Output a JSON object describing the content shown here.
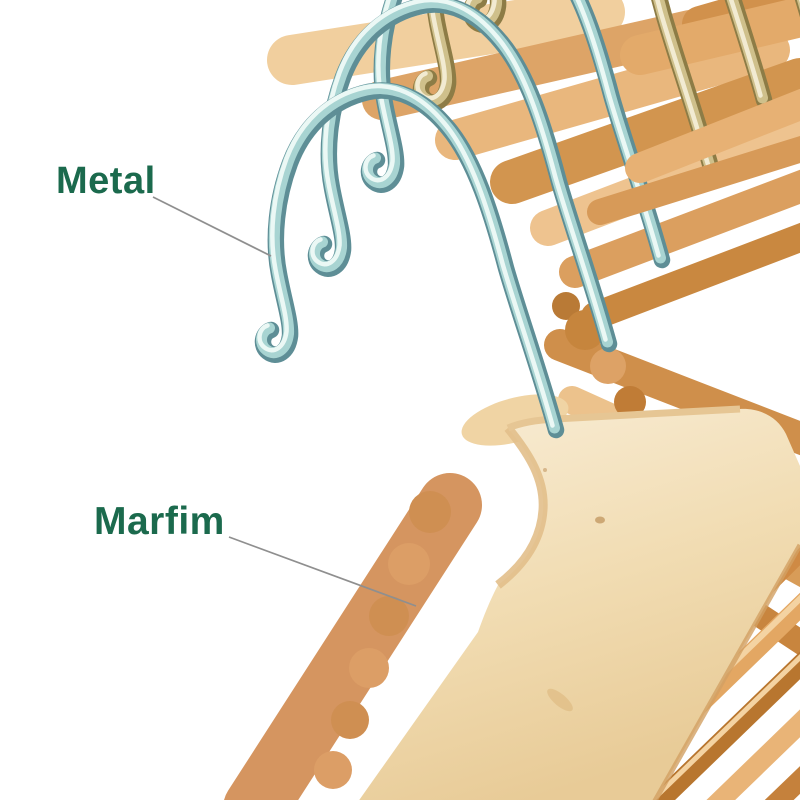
{
  "scene": {
    "description": "Close-up product photo of a stack of natural wooden clothes hangers with swan-neck metal hooks on a white background",
    "background": "#ffffff"
  },
  "annotations": {
    "metal": {
      "label": "Metal",
      "target": "metal-hook"
    },
    "marfim": {
      "label": "Marfim",
      "target": "wooden-hanger-body"
    }
  },
  "colors": {
    "label_text": "#1b6a4d",
    "leader_line": "#8f8f8f",
    "hook_silver_light": "#eefaf7",
    "hook_silver_mid": "#a8d4d2",
    "hook_silver_dark": "#5e8e96",
    "hook_brass_mid": "#cfc08b",
    "hook_brass_dark": "#8d7c46",
    "wood_pale": "#f4e2ba",
    "wood_light": "#ecc28c",
    "wood_mid": "#dda467",
    "wood_dark": "#c07c36",
    "background": "#ffffff"
  }
}
